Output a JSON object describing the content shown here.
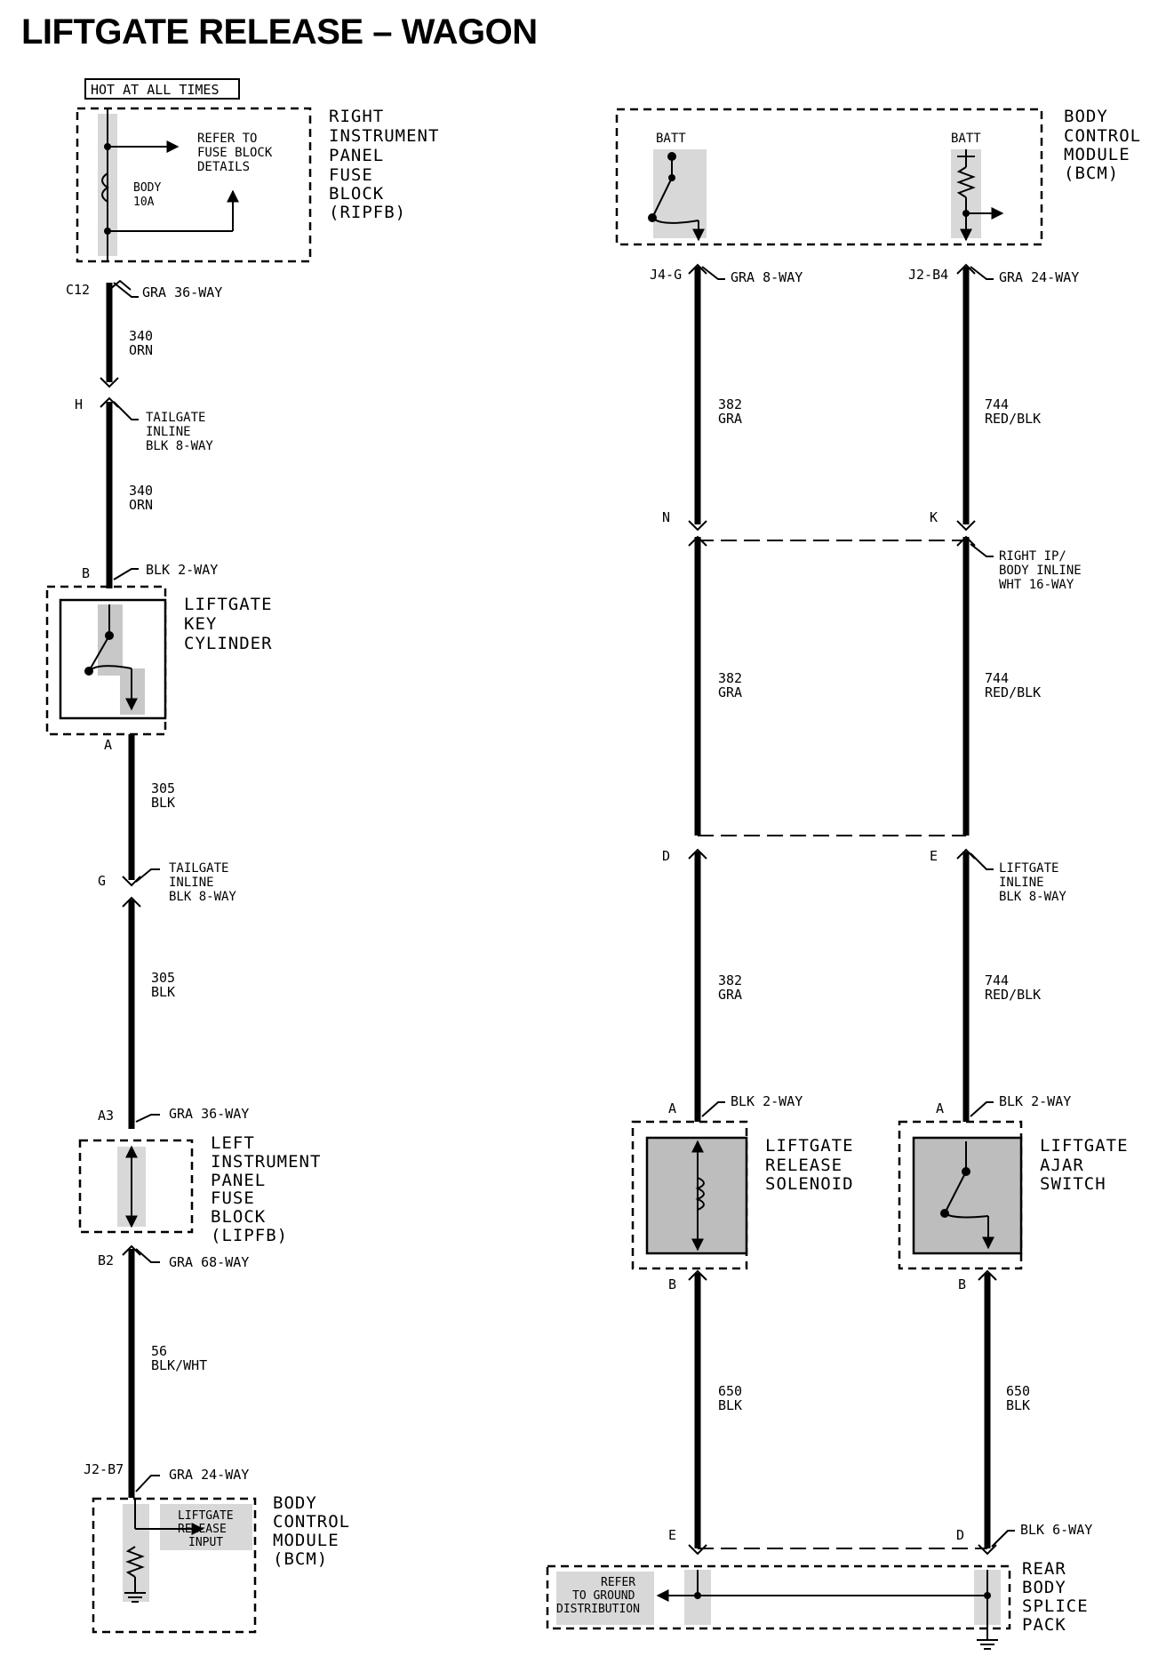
{
  "title": "LIFTGATE RELEASE – WAGON",
  "hot_label": "HOT AT ALL TIMES",
  "components": {
    "ripfb": {
      "l1": "RIGHT",
      "l2": "INSTRUMENT",
      "l3": "PANEL",
      "l4": "FUSE",
      "l5": "BLOCK",
      "l6": "(RIPFB)",
      "note1": "REFER TO",
      "note2": "FUSE BLOCK",
      "note3": "DETAILS",
      "fuse1": "BODY",
      "fuse2": "10A"
    },
    "bcm_top": {
      "l1": "BODY",
      "l2": "CONTROL",
      "l3": "MODULE",
      "l4": "(BCM)",
      "batt1": "BATT",
      "batt2": "BATT"
    },
    "key_cyl": {
      "l1": "LIFTGATE",
      "l2": "KEY",
      "l3": "CYLINDER"
    },
    "lipfb": {
      "l1": "LEFT",
      "l2": "INSTRUMENT",
      "l3": "PANEL",
      "l4": "FUSE",
      "l5": "BLOCK",
      "l6": "(LIPFB)"
    },
    "bcm_bot": {
      "l1": "BODY",
      "l2": "CONTROL",
      "l3": "MODULE",
      "l4": "(BCM)",
      "in1": "LIFTGATE",
      "in2": "RELEASE",
      "in3": "INPUT"
    },
    "solenoid": {
      "l1": "LIFTGATE",
      "l2": "RELEASE",
      "l3": "SOLENOID"
    },
    "ajar": {
      "l1": "LIFTGATE",
      "l2": "AJAR",
      "l3": "SWITCH"
    },
    "splice": {
      "l1": "REAR",
      "l2": "BODY",
      "l3": "SPLICE",
      "l4": "PACK",
      "n1": "REFER",
      "n2": "TO GROUND",
      "n3": "DISTRIBUTION"
    }
  },
  "connectors": {
    "c12": {
      "pin": "C12",
      "desc": "GRA 36-WAY"
    },
    "h": {
      "pin": "H",
      "d1": "TAILGATE",
      "d2": "INLINE",
      "d3": "BLK 8-WAY"
    },
    "b_key": {
      "pin": "B",
      "desc": "BLK 2-WAY"
    },
    "a_key": {
      "pin": "A"
    },
    "g": {
      "pin": "G",
      "d1": "TAILGATE",
      "d2": "INLINE",
      "d3": "BLK 8-WAY"
    },
    "a3": {
      "pin": "A3",
      "desc": "GRA 36-WAY"
    },
    "b2": {
      "pin": "B2",
      "desc": "GRA 68-WAY"
    },
    "j2b7": {
      "pin": "J2-B7",
      "desc": "GRA 24-WAY"
    },
    "j4g": {
      "pin": "J4-G",
      "desc": "GRA 8-WAY"
    },
    "j2b4": {
      "pin": "J2-B4",
      "desc": "GRA 24-WAY"
    },
    "n": {
      "pin": "N"
    },
    "k": {
      "pin": "K",
      "d1": "RIGHT IP/",
      "d2": "BODY INLINE",
      "d3": "WHT 16-WAY"
    },
    "d": {
      "pin": "D"
    },
    "e": {
      "pin": "E",
      "d1": "LIFTGATE",
      "d2": "INLINE",
      "d3": "BLK 8-WAY"
    },
    "a_sol": {
      "pin": "A",
      "desc": "BLK 2-WAY"
    },
    "a_ajar": {
      "pin": "A",
      "desc": "BLK 2-WAY"
    },
    "b_sol": {
      "pin": "B"
    },
    "b_ajar": {
      "pin": "B"
    },
    "e_spl": {
      "pin": "E"
    },
    "d_spl": {
      "pin": "D",
      "desc": "BLK 6-WAY"
    }
  },
  "wires": {
    "w340a": {
      "num": "340",
      "color": "ORN"
    },
    "w340b": {
      "num": "340",
      "color": "ORN"
    },
    "w305a": {
      "num": "305",
      "color": "BLK"
    },
    "w305b": {
      "num": "305",
      "color": "BLK"
    },
    "w56": {
      "num": "56",
      "color": "BLK/WHT"
    },
    "w382a": {
      "num": "382",
      "color": "GRA"
    },
    "w382b": {
      "num": "382",
      "color": "GRA"
    },
    "w382c": {
      "num": "382",
      "color": "GRA"
    },
    "w744a": {
      "num": "744",
      "color": "RED/BLK"
    },
    "w744b": {
      "num": "744",
      "color": "RED/BLK"
    },
    "w744c": {
      "num": "744",
      "color": "RED/BLK"
    },
    "w650a": {
      "num": "650",
      "color": "BLK"
    },
    "w650b": {
      "num": "650",
      "color": "BLK"
    }
  }
}
